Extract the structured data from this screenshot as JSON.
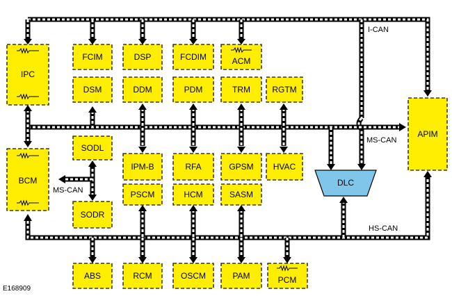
{
  "figure_id": "E168909",
  "buses": {
    "ican": "I-CAN",
    "mscan_main": "MS-CAN",
    "mscan_left": "MS-CAN",
    "hscan": "HS-CAN"
  },
  "modules": {
    "ipc": "IPC",
    "fcim": "FCIM",
    "dsp": "DSP",
    "fcdim": "FCDIM",
    "acm": "ACM",
    "dsm": "DSM",
    "ddm": "DDM",
    "pdm": "PDM",
    "trm": "TRM",
    "rgtm": "RGTM",
    "apim": "APIM",
    "bcm": "BCM",
    "sodl": "SODL",
    "sodr": "SODR",
    "ipmb": "IPM-B",
    "rfa": "RFA",
    "gpsm": "GPSM",
    "hvac": "HVAC",
    "pscm": "PSCM",
    "hcm": "HCM",
    "sasm": "SASM",
    "dlc": "DLC",
    "abs": "ABS",
    "rcm": "RCM",
    "oscm": "OSCM",
    "pam": "PAM",
    "pcm": "PCM"
  },
  "colors": {
    "module_fill": "#ffee00",
    "dlc_fill": "#7fc6ea",
    "bus": "#000000"
  }
}
